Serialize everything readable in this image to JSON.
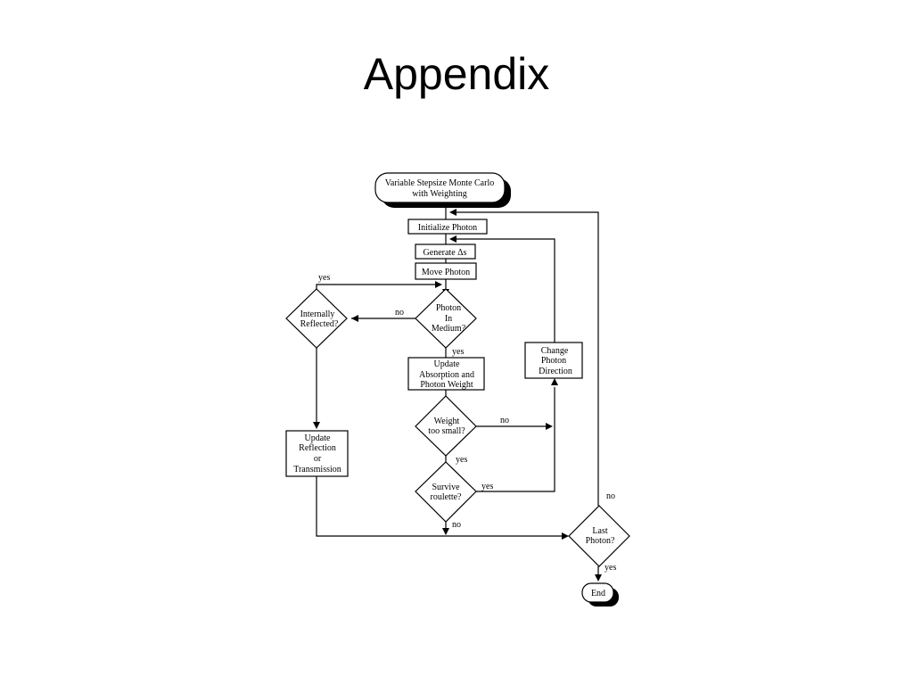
{
  "slide": {
    "title": "Appendix"
  },
  "flowchart": {
    "start": {
      "line1": "Variable Stepsize Monte Carlo",
      "line2": "with Weighting"
    },
    "init": "Initialize Photon",
    "generate": "Generate Δs",
    "move": "Move Photon",
    "in_medium": {
      "line1": "Photon",
      "line2": "In",
      "line3": "Medium?"
    },
    "internally_reflected": {
      "line1": "Internally",
      "line2": "Reflected?"
    },
    "update_absorption": {
      "line1": "Update",
      "line2": "Absorption and",
      "line3": "Photon Weight"
    },
    "weight_small": {
      "line1": "Weight",
      "line2": "too small?"
    },
    "survive": {
      "line1": "Survive",
      "line2": "roulette?"
    },
    "change_direction": {
      "line1": "Change",
      "line2": "Photon",
      "line3": "Direction"
    },
    "update_reflection": {
      "line1": "Update",
      "line2": "Reflection",
      "line3": "or",
      "line4": "Transmission"
    },
    "last_photon": {
      "line1": "Last",
      "line2": "Photon?"
    },
    "end": "End",
    "labels": {
      "yes_reflected": "yes",
      "no_medium": "no",
      "yes_medium": "yes",
      "no_weight": "no",
      "yes_weight": "yes",
      "yes_survive": "yes",
      "no_survive": "no",
      "no_last": "no",
      "yes_last": "yes"
    }
  }
}
